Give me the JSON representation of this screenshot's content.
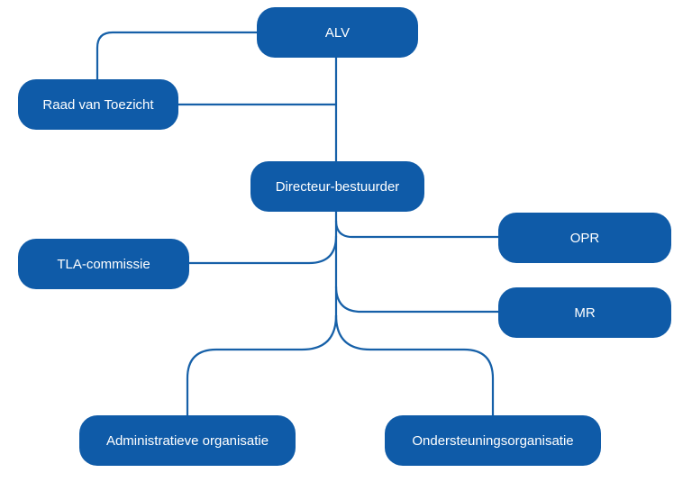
{
  "diagram": {
    "line_color": "#1660A8",
    "node_color": "#0F5BA8",
    "text_color": "#FFFFFF",
    "nodes": {
      "alv": "ALV",
      "raad_van_toezicht": "Raad van Toezicht",
      "directeur_bestuurder": "Directeur-bestuurder",
      "opr": "OPR",
      "tla_commissie": "TLA-commissie",
      "mr": "MR",
      "administratieve_organisatie": "Administratieve organisatie",
      "ondersteuningsorganisatie": "Ondersteuningsorganisatie"
    },
    "connections": [
      [
        "alv",
        "raad_van_toezicht"
      ],
      [
        "alv",
        "directeur_bestuurder"
      ],
      [
        "raad_van_toezicht",
        "directeur_bestuurder"
      ],
      [
        "directeur_bestuurder",
        "opr"
      ],
      [
        "directeur_bestuurder",
        "tla_commissie"
      ],
      [
        "directeur_bestuurder",
        "mr"
      ],
      [
        "directeur_bestuurder",
        "administratieve_organisatie"
      ],
      [
        "directeur_bestuurder",
        "ondersteuningsorganisatie"
      ]
    ]
  }
}
